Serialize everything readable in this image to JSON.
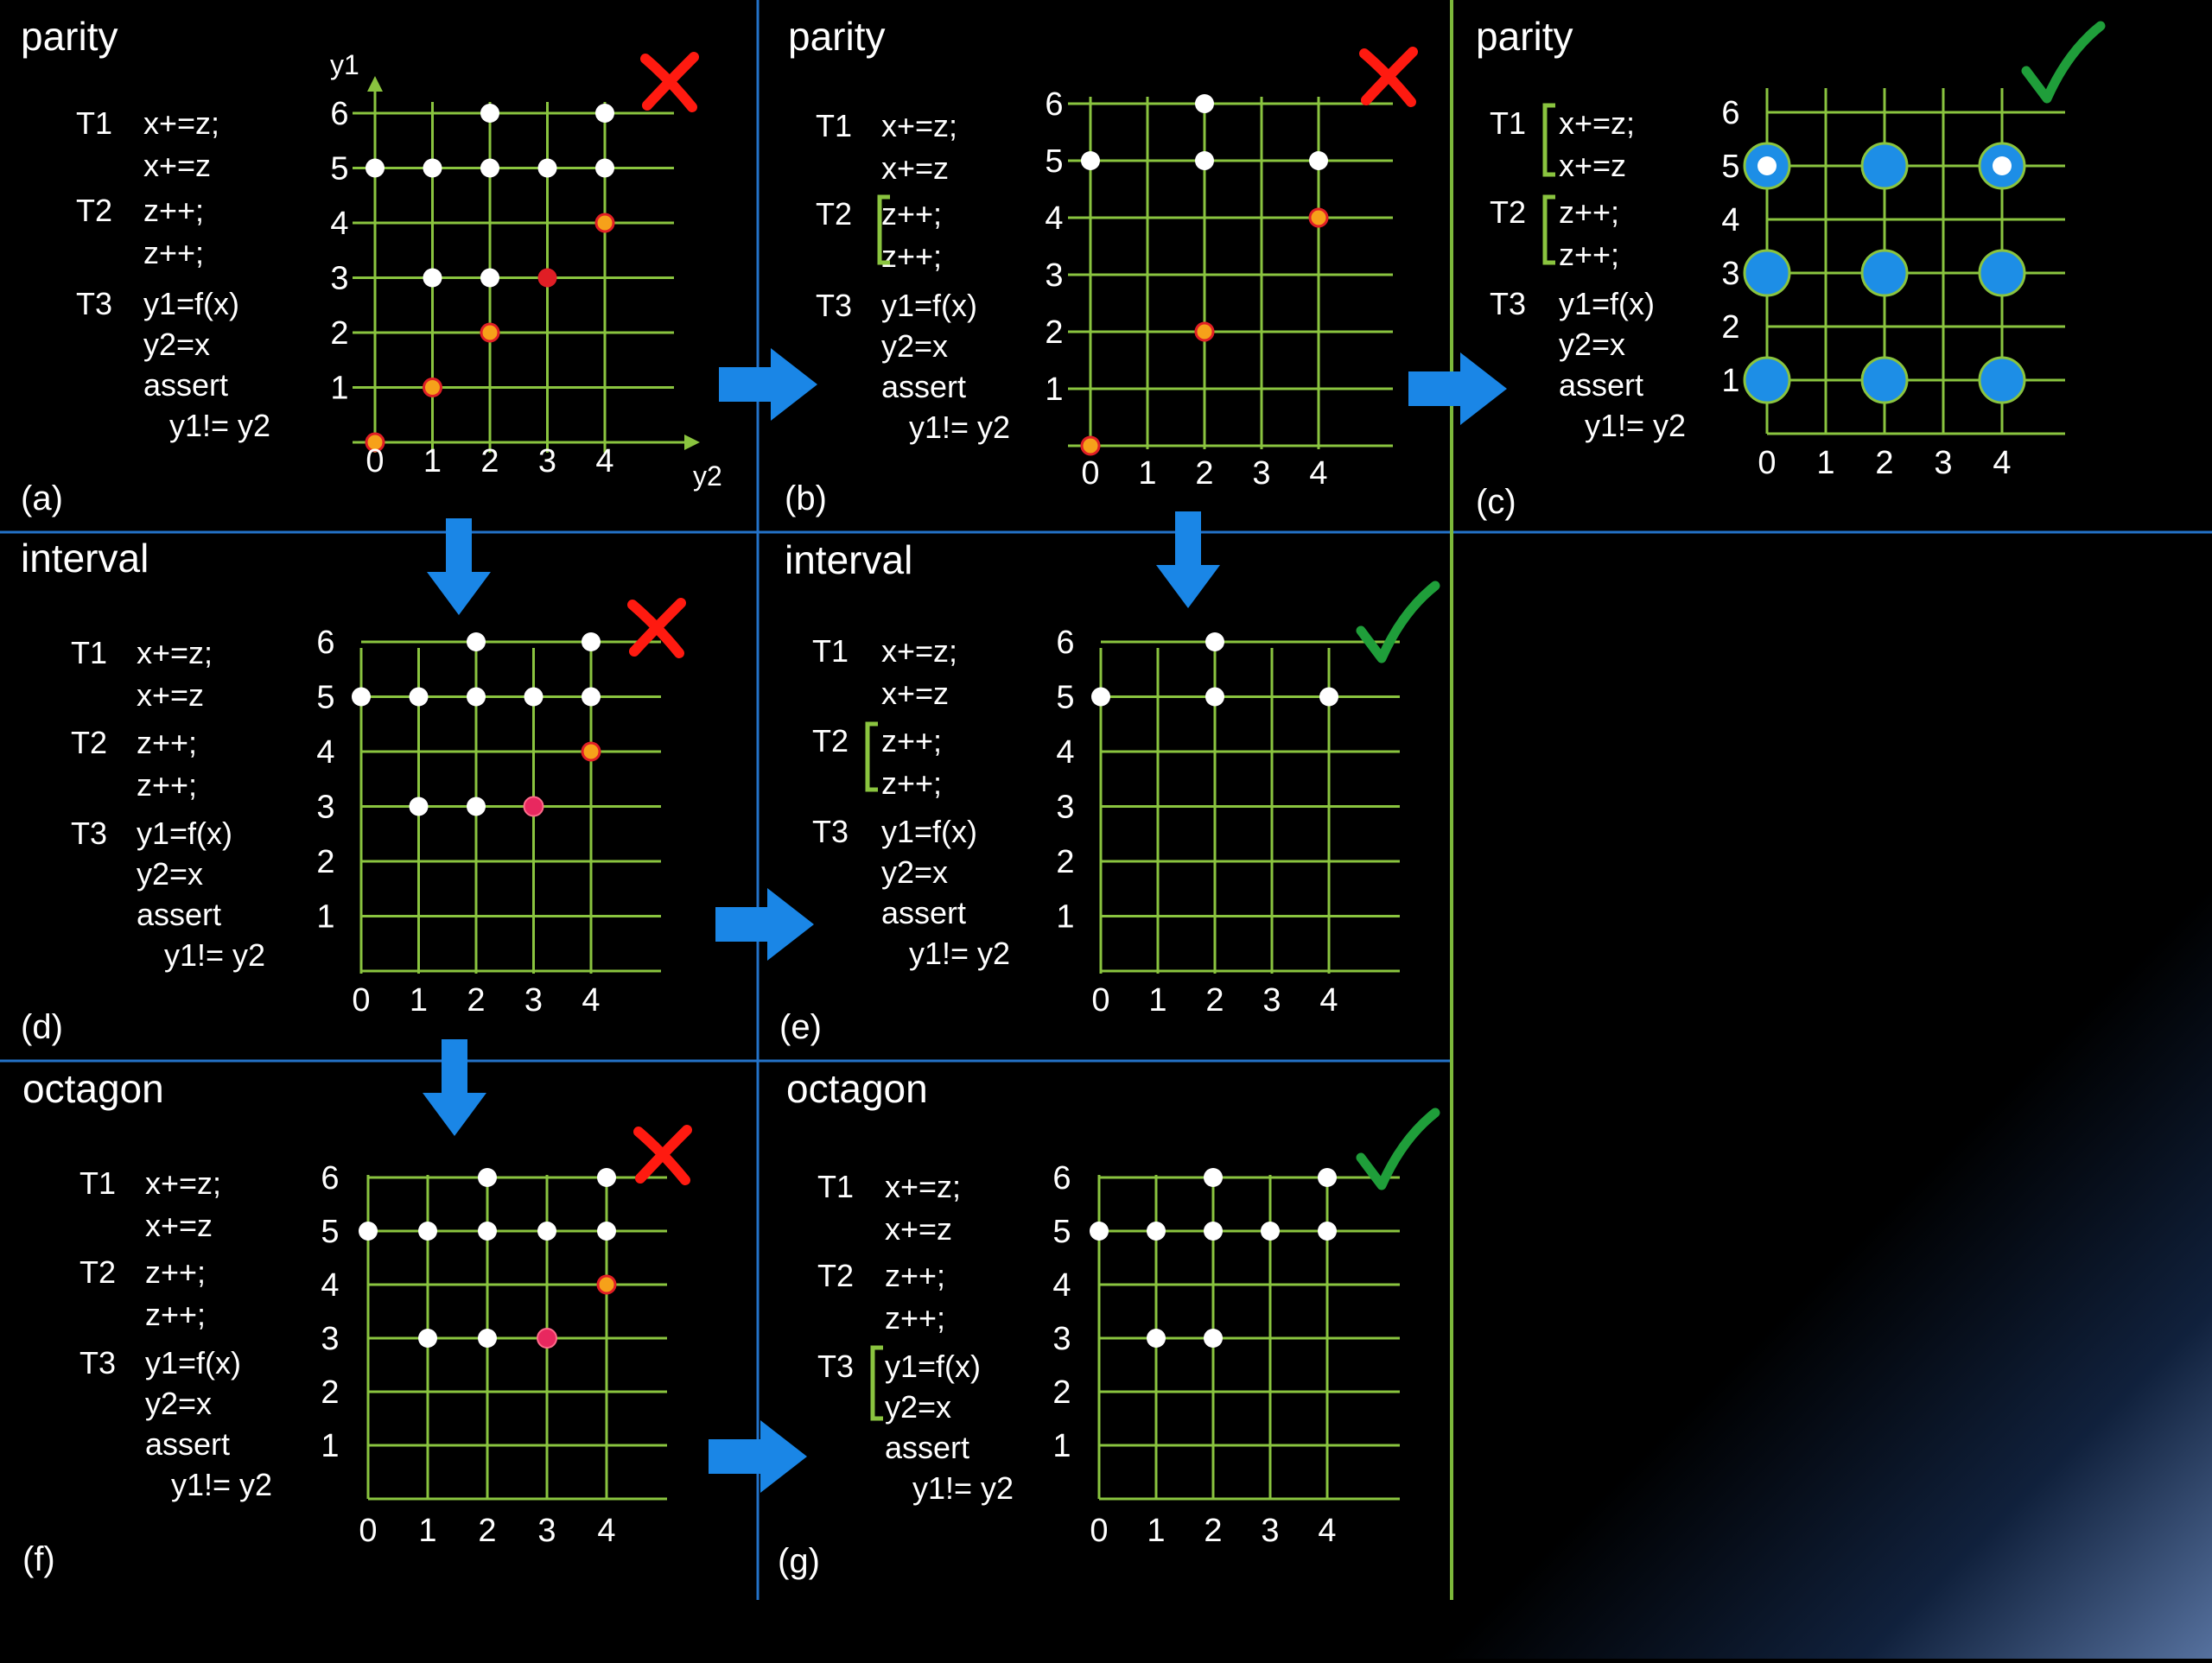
{
  "code": {
    "t1": "T1",
    "t2": "T2",
    "t3": "T3",
    "line1": "x+=z;",
    "line2": "x+=z",
    "line3": "z++;",
    "line4": "z++;",
    "line5": "y1=f(x)",
    "line6": "y2=x",
    "line7": "assert",
    "line8": "y1!= y2"
  },
  "axes": {
    "x_label": "y2",
    "y_label": "y1",
    "x_ticks": [
      "0",
      "1",
      "2",
      "3",
      "4"
    ],
    "y_ticks": [
      "1",
      "2",
      "3",
      "4",
      "5",
      "6"
    ]
  },
  "colors": {
    "region": "#1d8ee6",
    "grid": "#8ac43f",
    "arrow": "#1a86e6",
    "separator": "#2472c8",
    "vertical_separator": "#7cb83a",
    "cross": "#ff1a10",
    "check": "#1f9e3a",
    "point": "#ffffff",
    "error_point": "#e01e25",
    "error_point_alt": "#e8285f",
    "orange_point": "#f6a11a"
  },
  "panels": [
    {
      "id": "a",
      "domain": "parity",
      "label": "(a)",
      "status": "cross",
      "atomic": [],
      "show_axis_titles": true,
      "region": "rect",
      "white_points": [
        [
          2,
          6
        ],
        [
          4,
          6
        ],
        [
          0,
          5
        ],
        [
          1,
          5
        ],
        [
          2,
          5
        ],
        [
          3,
          5
        ],
        [
          4,
          5
        ],
        [
          1,
          3
        ],
        [
          2,
          3
        ]
      ],
      "orange_points": [
        [
          4,
          4
        ],
        [
          2,
          2
        ],
        [
          1,
          1
        ],
        [
          0,
          0
        ]
      ],
      "error_points": [
        [
          3,
          3
        ]
      ]
    },
    {
      "id": "b",
      "domain": "parity",
      "label": "(b)",
      "status": "cross",
      "atomic": [
        "T2"
      ],
      "show_axis_titles": false,
      "region": "comb",
      "white_points": [
        [
          2,
          6
        ],
        [
          0,
          5
        ],
        [
          2,
          5
        ],
        [
          4,
          5
        ]
      ],
      "orange_points": [
        [
          4,
          4
        ],
        [
          2,
          2
        ],
        [
          0,
          0
        ]
      ],
      "error_points": []
    },
    {
      "id": "c",
      "domain": "parity",
      "label": "(c)",
      "status": "check",
      "atomic": [
        "T1",
        "T2"
      ],
      "show_axis_titles": false,
      "region": "circles",
      "circle_points": [
        [
          0,
          5
        ],
        [
          2,
          5
        ],
        [
          4,
          5
        ],
        [
          0,
          3
        ],
        [
          2,
          3
        ],
        [
          4,
          3
        ],
        [
          0,
          1
        ],
        [
          2,
          1
        ],
        [
          4,
          1
        ]
      ],
      "white_points": [
        [
          0,
          5
        ],
        [
          4,
          5
        ]
      ],
      "orange_points": [],
      "error_points": []
    },
    {
      "id": "d",
      "domain": "interval",
      "label": "(d)",
      "status": "cross",
      "atomic": [],
      "show_axis_titles": false,
      "region": "interval_d",
      "white_points": [
        [
          2,
          6
        ],
        [
          4,
          6
        ],
        [
          0,
          5
        ],
        [
          1,
          5
        ],
        [
          2,
          5
        ],
        [
          3,
          5
        ],
        [
          4,
          5
        ],
        [
          1,
          3
        ],
        [
          2,
          3
        ]
      ],
      "orange_points": [
        [
          4,
          4
        ]
      ],
      "error_points": [
        [
          3,
          3
        ]
      ]
    },
    {
      "id": "e",
      "domain": "interval",
      "label": "(e)",
      "status": "check",
      "atomic": [
        "T2"
      ],
      "show_axis_titles": false,
      "region": "interval_e",
      "white_points": [
        [
          2,
          6
        ],
        [
          0,
          5
        ],
        [
          2,
          5
        ],
        [
          4,
          5
        ]
      ],
      "orange_points": [],
      "error_points": []
    },
    {
      "id": "f",
      "domain": "octagon",
      "label": "(f)",
      "status": "cross",
      "atomic": [],
      "show_axis_titles": false,
      "region": "octagon_f",
      "white_points": [
        [
          2,
          6
        ],
        [
          4,
          6
        ],
        [
          0,
          5
        ],
        [
          1,
          5
        ],
        [
          2,
          5
        ],
        [
          3,
          5
        ],
        [
          4,
          5
        ],
        [
          1,
          3
        ],
        [
          2,
          3
        ]
      ],
      "orange_points": [
        [
          4,
          4
        ]
      ],
      "error_points": [
        [
          3,
          3
        ]
      ]
    },
    {
      "id": "g",
      "domain": "octagon",
      "label": "(g)",
      "status": "check",
      "atomic": [
        "T3"
      ],
      "show_axis_titles": false,
      "region": "octagon_g",
      "white_points": [
        [
          2,
          6
        ],
        [
          4,
          6
        ],
        [
          0,
          5
        ],
        [
          1,
          5
        ],
        [
          2,
          5
        ],
        [
          3,
          5
        ],
        [
          4,
          5
        ],
        [
          1,
          3
        ],
        [
          2,
          3
        ]
      ],
      "orange_points": [],
      "error_points": []
    }
  ]
}
